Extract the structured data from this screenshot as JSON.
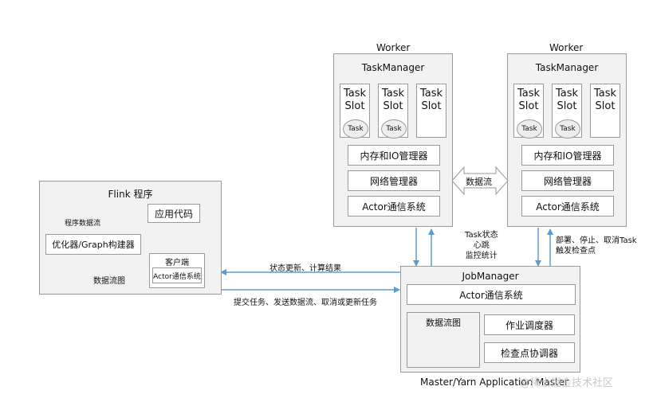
{
  "worker_left": {
    "title": "Worker",
    "taskmanager": "TaskManager",
    "slots": [
      {
        "label": "Task\nSlot",
        "task": "Task"
      },
      {
        "label": "Task\nSlot",
        "task": "Task"
      },
      {
        "label": "Task\nSlot",
        "task": ""
      }
    ],
    "memory": "内存和IO管理器",
    "network": "网络管理器",
    "actor": "Actor通信系统"
  },
  "worker_right": {
    "title": "Worker",
    "taskmanager": "TaskManager",
    "slots": [
      {
        "label": "Task\nSlot",
        "task": "Task"
      },
      {
        "label": "Task\nSlot",
        "task": "Task"
      },
      {
        "label": "Task\nSlot",
        "task": ""
      }
    ],
    "memory": "内存和IO管理器",
    "network": "网络管理器",
    "actor": "Actor通信系统"
  },
  "dataflow": "数据流",
  "flink": {
    "title": "Flink 程序",
    "program_dataflow": "程序数据流",
    "app_code": "应用代码",
    "optimizer": "优化器/Graph构建器",
    "dataflow_graph": "数据流图",
    "client": "客户端",
    "client_actor": "Actor通信系统"
  },
  "tm_status": [
    "Task状态",
    "心跳",
    "监控统计"
  ],
  "deploy": [
    "部署、停止、取消Task",
    "触发检查点"
  ],
  "status_update": "状态更新、计算结果",
  "submit": "提交任务、发送数据流、取消或更新任务",
  "jobmanager": {
    "title": "JobManager",
    "actor": "Actor通信系统",
    "dataflow_graph": "数据流图",
    "scheduler": "作业调度器",
    "checkpoint": "检查点协调器"
  },
  "master_label": "Master/Yarn Application Master",
  "watermark": "@稀土掘金技术社区",
  "colors": {
    "arrow": "#5b9bd5",
    "black_arrow": "#000000"
  }
}
